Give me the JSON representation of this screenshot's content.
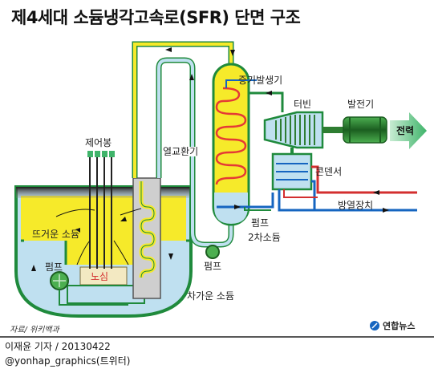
{
  "title": "제4세대 소듐냉각고속로(SFR) 단면 구조",
  "labels": {
    "steam_generator": "증기발생기",
    "turbine": "터빈",
    "generator": "발전기",
    "power": "전력",
    "control_rods": "제어봉",
    "heat_exchanger": "열교환기",
    "condenser": "콘덴서",
    "hot_sodium": "뜨거운 소듐",
    "pump_secondary": "펌프",
    "secondary_sodium": "2차소듐",
    "heat_release": "방열장치",
    "pump_primary": "펌프",
    "core": "노심",
    "pump_bottom": "펌프",
    "cold_sodium": "차가운 소듐"
  },
  "footer": {
    "source": "자료/ 위키백과",
    "agency": "연합뉴스",
    "byline": "이재윤 기자 / 20130422",
    "handle": "@yonhap_graphics(트위터)"
  },
  "colors": {
    "hot_sodium": "#f6ea2a",
    "cold_sodium": "#bfe0f0",
    "vessel_outline": "#1f8a3c",
    "steam_generator_fill": "#f6ea2a",
    "generator": "#2e7d32",
    "power_arrow": "#3fb46a",
    "hot_water_pipe": "#d32f2f",
    "cold_water_pipe": "#1565c0",
    "core": "#f3e9c2"
  }
}
